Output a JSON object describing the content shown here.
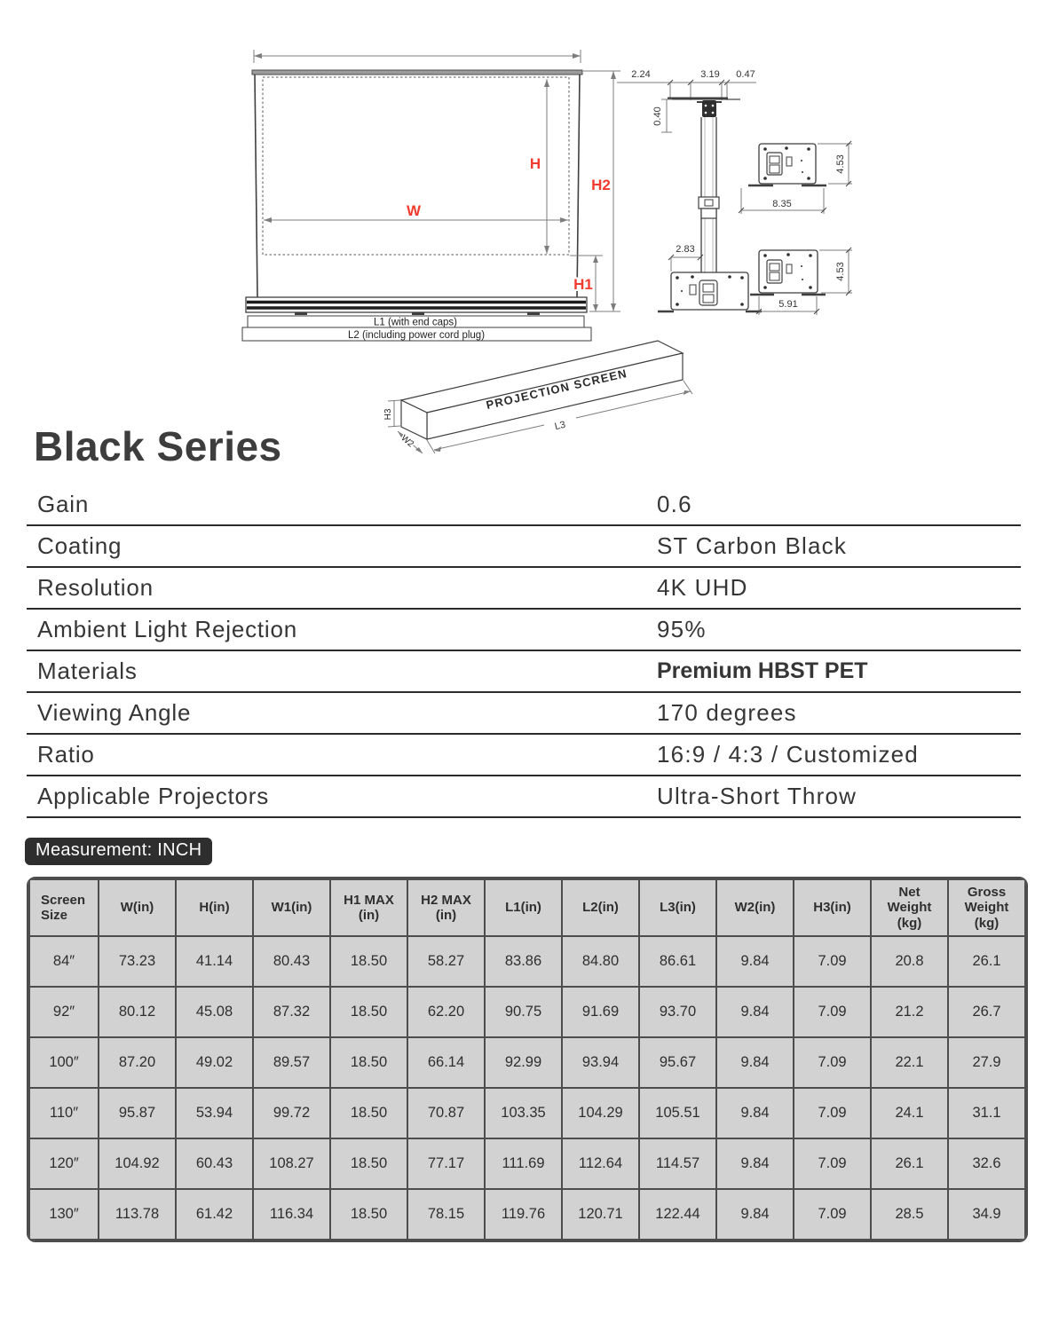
{
  "title": "Black Series",
  "specs": [
    {
      "label": "Gain",
      "value": "0.6"
    },
    {
      "label": "Coating",
      "value": "ST Carbon Black"
    },
    {
      "label": "Resolution",
      "value": "4K UHD"
    },
    {
      "label": "Ambient Light Rejection",
      "value": "95%"
    },
    {
      "label": "Materials",
      "value": "Premium HBST PET",
      "emphasis": true
    },
    {
      "label": "Viewing Angle",
      "value": "170 degrees"
    },
    {
      "label": "Ratio",
      "value": "16:9 / 4:3 / Customized"
    },
    {
      "label": "Applicable Projectors",
      "value": "Ultra-Short Throw"
    }
  ],
  "measurement_badge": "Measurement: INCH",
  "table": {
    "headers": [
      "Screen\nSize",
      "W(in)",
      "H(in)",
      "W1(in)",
      "H1 MAX\n(in)",
      "H2 MAX\n(in)",
      "L1(in)",
      "L2(in)",
      "L3(in)",
      "W2(in)",
      "H3(in)",
      "Net\nWeight\n(kg)",
      "Gross\nWeight\n(kg)"
    ],
    "rows": [
      [
        "84″",
        "73.23",
        "41.14",
        "80.43",
        "18.50",
        "58.27",
        "83.86",
        "84.80",
        "86.61",
        "9.84",
        "7.09",
        "20.8",
        "26.1"
      ],
      [
        "92″",
        "80.12",
        "45.08",
        "87.32",
        "18.50",
        "62.20",
        "90.75",
        "91.69",
        "93.70",
        "9.84",
        "7.09",
        "21.2",
        "26.7"
      ],
      [
        "100″",
        "87.20",
        "49.02",
        "89.57",
        "18.50",
        "66.14",
        "92.99",
        "93.94",
        "95.67",
        "9.84",
        "7.09",
        "22.1",
        "27.9"
      ],
      [
        "110″",
        "95.87",
        "53.94",
        "99.72",
        "18.50",
        "70.87",
        "103.35",
        "104.29",
        "105.51",
        "9.84",
        "7.09",
        "24.1",
        "31.1"
      ],
      [
        "120″",
        "104.92",
        "60.43",
        "108.27",
        "18.50",
        "77.17",
        "111.69",
        "112.64",
        "114.57",
        "9.84",
        "7.09",
        "26.1",
        "32.6"
      ],
      [
        "130″",
        "113.78",
        "61.42",
        "116.34",
        "18.50",
        "78.15",
        "119.76",
        "120.71",
        "122.44",
        "9.84",
        "7.09",
        "28.5",
        "34.9"
      ]
    ]
  },
  "diagram": {
    "front": {
      "w_label": "W",
      "h_label": "H",
      "h1_label": "H1",
      "h2_label": "H2",
      "l1_label": "L1 (with end caps)",
      "l2_label": "L2 (including power cord plug)"
    },
    "side": {
      "dim_top_left": "2.24",
      "dim_top_mid": "3.19",
      "dim_top_right": "0.47",
      "dim_drop": "0.40",
      "dim_offset": "2.83",
      "bracket_height": "4.53",
      "bracket_width": "8.35",
      "base_height": "4.53",
      "base_width": "5.91"
    },
    "box": {
      "print": "PROJECTION SCREEN",
      "l3_label": "L3",
      "w2_label": "W2",
      "h3_label": "H3"
    }
  },
  "colors": {
    "accent_red": "#f23b2f",
    "text": "#3a3a3a",
    "table_cell_bg": "#d2d2d2",
    "table_border": "#4d4d4d",
    "badge_bg": "#2e2e2e"
  }
}
